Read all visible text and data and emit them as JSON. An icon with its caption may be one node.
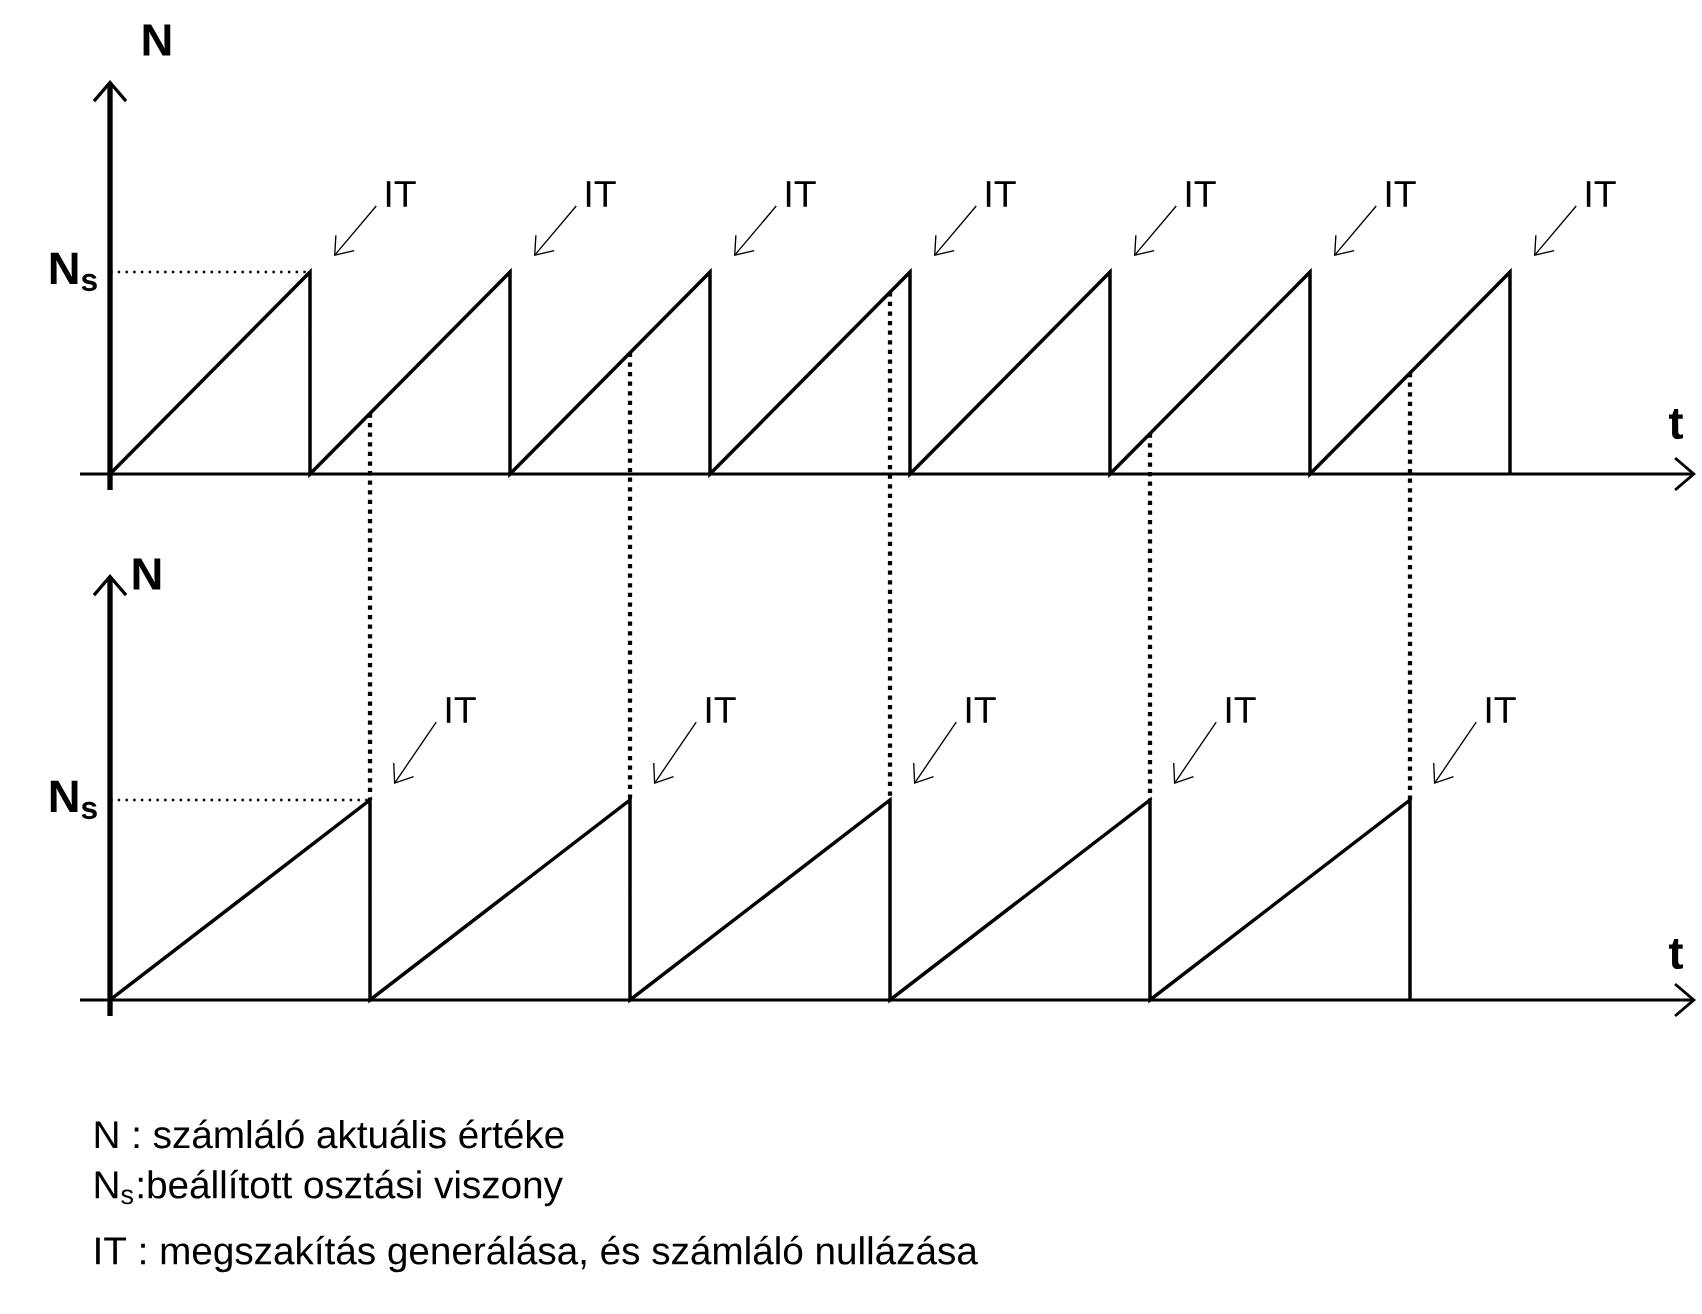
{
  "diagram": {
    "nodes": [
      {
        "text": [
          "IT"
        ]
      },
      {
        "text": [
          "IT"
        ]
      },
      {
        "text": [
          "IT"
        ]
      },
      {
        "text": [
          "IT"
        ]
      },
      {
        "text": [
          "IT"
        ]
      },
      {
        "text": [
          "IT"
        ]
      },
      {
        "text": [
          "IT"
        ]
      },
      {
        "text": [
          "IT"
        ]
      },
      {
        "text": [
          "IT"
        ]
      },
      {
        "text": [
          "IT"
        ]
      },
      {
        "text": [
          "IT"
        ]
      },
      {
        "text": [
          "IT"
        ]
      },
      {
        "text": [],
        "shape": "waveform"
      },
      {
        "text": [],
        "shape": "waveform"
      }
    ],
    "edges": [
      {
        "from": 0,
        "to": 12,
        "arrow": "to"
      },
      {
        "from": 1,
        "to": 12,
        "arrow": "to"
      },
      {
        "from": 2,
        "to": 12,
        "arrow": "to"
      },
      {
        "from": 3,
        "to": 12,
        "arrow": "to"
      },
      {
        "from": 4,
        "to": 12,
        "arrow": "to"
      },
      {
        "from": 5,
        "to": 12,
        "arrow": "to"
      },
      {
        "from": 6,
        "to": 12,
        "arrow": "to"
      },
      {
        "from": 7,
        "to": 13,
        "arrow": "to"
      },
      {
        "from": 8,
        "to": 13,
        "arrow": "to"
      },
      {
        "from": 9,
        "to": 13,
        "arrow": "to"
      },
      {
        "from": 10,
        "to": 13,
        "arrow": "to"
      },
      {
        "from": 11,
        "to": 13,
        "arrow": "to"
      },
      {
        "from": 12,
        "to": 13,
        "arrow": "none",
        "style": "dashed"
      },
      {
        "from": 12,
        "to": 13,
        "arrow": "none",
        "style": "dashed"
      },
      {
        "from": 12,
        "to": 13,
        "arrow": "none",
        "style": "dashed"
      },
      {
        "from": 12,
        "to": 13,
        "arrow": "none",
        "style": "dashed"
      },
      {
        "from": 12,
        "to": 13,
        "arrow": "none",
        "style": "dashed"
      }
    ],
    "labels": [
      "N",
      "N$_{s}$",
      "t",
      "N",
      "N$_{s}$",
      "t",
      "N : számláló aktuális értéke",
      "N$_{s}$:beállított osztási viszony",
      "IT : megszakítás generálása, és számláló nullázása"
    ]
  }
}
